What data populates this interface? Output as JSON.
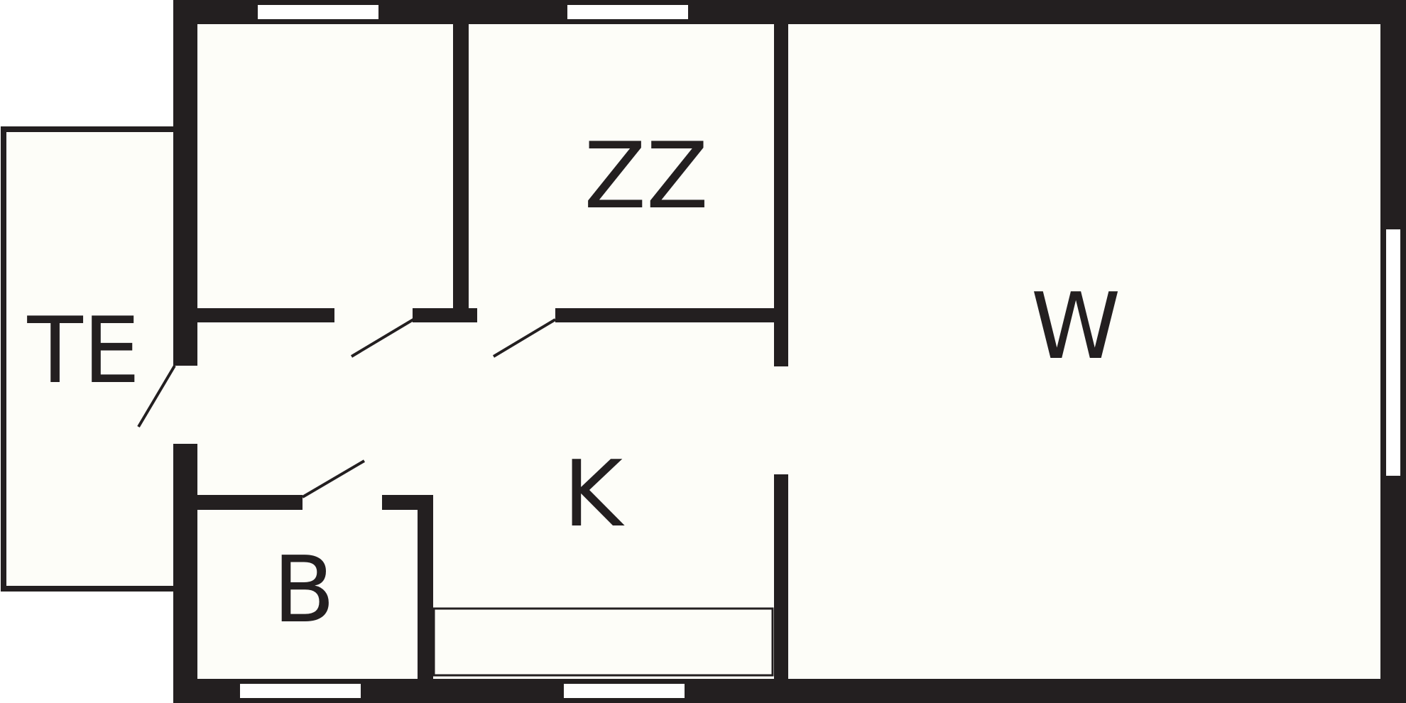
{
  "colors": {
    "wall": "#231f20",
    "floor": "#fdfdf8",
    "background": "#ffffff"
  },
  "rooms": {
    "te": {
      "label": "TE"
    },
    "zz": {
      "label": "ZZ"
    },
    "w": {
      "label": "W"
    },
    "k": {
      "label": "K"
    },
    "b": {
      "label": "B"
    }
  }
}
